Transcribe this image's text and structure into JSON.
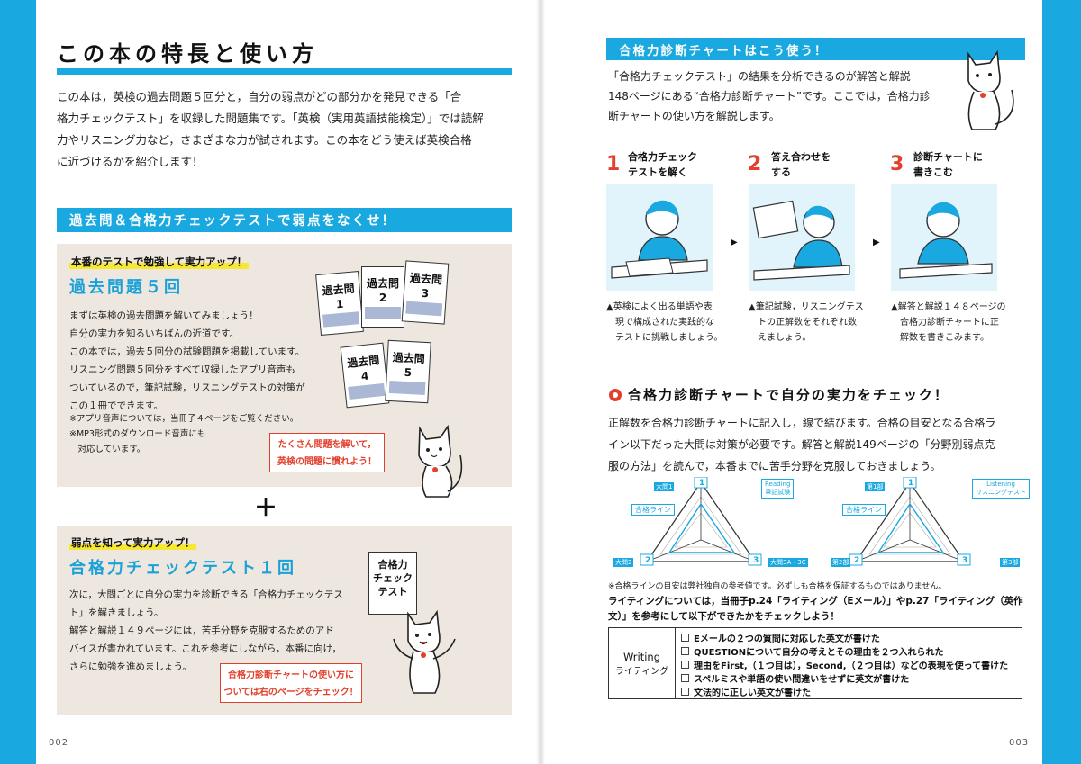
{
  "left": {
    "title": "この本の特長と使い方",
    "intro": [
      "この本は，英検の過去問題５回分と，自分の弱点がどの部分かを発見できる「合",
      "格力チェックテスト」を収録した問題集です。「英検（実用英語技能検定）」では読解",
      "力やリスニング力など，さまざまな力が試されます。この本をどう使えば英検合格",
      "に近づけるかを紹介します！"
    ],
    "band": "過去問＆合格力チェックテストで弱点をなくせ！",
    "box1": {
      "tag": "本番のテストで勉強して実力アップ！",
      "subtitle": "過去問題５回",
      "body": [
        "まずは英検の過去問題を解いてみましょう！",
        "自分の実力を知るいちばんの近道です。",
        "この本では，過去５回分の試験問題を掲載しています。",
        "リスニング問題５回分をすべて収録したアプリ音声も",
        "ついているので，筆記試験，リスニングテストの対策が",
        "この１冊でできます。"
      ],
      "notes": [
        "※アプリ音声については，当冊子４ページをご覧ください。",
        "※MP3形式のダウンロード音声にも",
        "　対応しています。"
      ],
      "cards": [
        "過去問\n1",
        "過去問\n2",
        "過去問\n3",
        "過去問\n4",
        "過去問\n5"
      ],
      "callout": [
        "たくさん問題を解いて，",
        "英検の問題に慣れよう！"
      ]
    },
    "plus": "＋",
    "box2": {
      "tag": "弱点を知って実力アップ！",
      "subtitle": "合格力チェックテスト１回",
      "body": [
        "次に，大問ごとに自分の実力を診断できる「合格力チェックテス",
        "ト」を解きましょう。",
        "解答と解説１４９ページには，苦手分野を克服するためのアド",
        "バイスが書かれています。これを参考にしながら，本番に向け，",
        "さらに勉強を進めましょう。"
      ],
      "card": "合格力\nチェック\nテスト",
      "callout": [
        "合格力診断チャートの使い方に",
        "ついては右のページをチェック！"
      ]
    },
    "page_number": "002"
  },
  "right": {
    "band": "合格力診断チャートはこう使う！",
    "intro": [
      "「合格力チェックテスト」の結果を分析できるのが解答と解説",
      "148ページにある“合格力診断チャート”です。ここでは，合格力診",
      "断チャートの使い方を解説します。"
    ],
    "steps": [
      {
        "num": "1",
        "text": [
          "合格力チェック",
          "テストを解く"
        ],
        "caption": [
          "▲英検によく出る単語や表",
          "現で構成された実践的な",
          "テストに挑戦しましょう。"
        ]
      },
      {
        "num": "2",
        "text": [
          "答え合わせを",
          "する"
        ],
        "caption": [
          "▲筆記試験，リスニングテス",
          "トの正解数をそれぞれ数",
          "えましょう。"
        ]
      },
      {
        "num": "3",
        "text": [
          "診断チャートに",
          "書きこむ"
        ],
        "caption": [
          "▲解答と解説１４８ページの",
          "合格力診断チャートに正",
          "解数を書きこみます。"
        ]
      }
    ],
    "arrow": "▶",
    "section_title": "合格力診断チャートで自分の実力をチェック！",
    "section_body": [
      "正解数を合格力診断チャートに記入し，線で結びます。合格の目安となる合格ラ",
      "イン以下だった大問は対策が必要です。解答と解説149ページの「分野別弱点克",
      "服の方法」を読んで，本番までに苦手分野を克服しておきましょう。"
    ],
    "charts": [
      {
        "badge": [
          "Reading",
          "筆記試験"
        ],
        "line_label": "合格ライン",
        "tags": [
          "大問1",
          "大問2",
          "大問3A・3C"
        ],
        "nums": [
          "1",
          "2",
          "3"
        ]
      },
      {
        "badge": [
          "Listening",
          "リスニングテスト"
        ],
        "line_label": "合格ライン",
        "tags": [
          "第1部",
          "第2部",
          "第3部"
        ],
        "nums": [
          "1",
          "2",
          "3"
        ]
      }
    ],
    "note": "※合格ラインの目安は弊社独自の参考値です。必ずしも合格を保証するものではありません。",
    "writing_note": [
      "ライティングについては，当冊子p.24「ライティング（Eメール）」やp.27「ライティング（英作",
      "文）」を参考にして以下ができたかをチェックしよう！"
    ],
    "writing": {
      "label_en": "Writing",
      "label_ja": "ライティング",
      "items": [
        "Eメールの２つの質問に対応した英文が書けた",
        "QUESTIONについて自分の考えとその理由を２つ入れられた",
        "理由をFirst,（１つ目は），Second,（２つ目は）などの表現を使って書けた",
        "スペルミスや単語の使い間違いをせずに英文が書けた",
        "文法的に正しい英文が書けた"
      ]
    },
    "page_number": "003"
  },
  "colors": {
    "accent": "#19a8e0",
    "red": "#e2402c",
    "box": "#ede7df",
    "highlight": "#f7e833"
  }
}
